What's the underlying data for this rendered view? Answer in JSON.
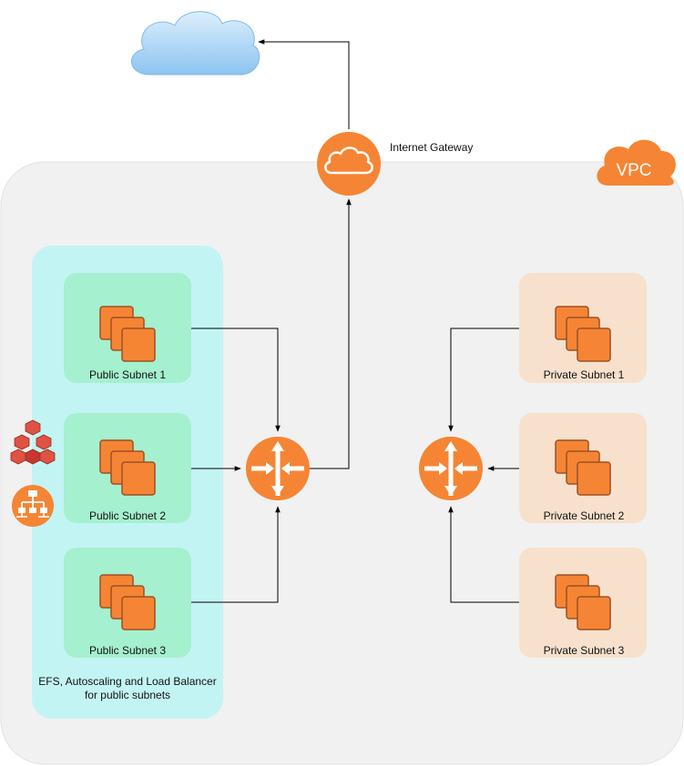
{
  "vpc": {
    "label": "VPC"
  },
  "internet_gateway": {
    "label": "Internet Gateway"
  },
  "public_group": {
    "label_line1": "EFS, Autoscaling and Load Balancer",
    "label_line2": "for public subnets"
  },
  "public_subnets": [
    {
      "label": "Public Subnet 1"
    },
    {
      "label": "Public Subnet 2"
    },
    {
      "label": "Public Subnet 3"
    }
  ],
  "private_subnets": [
    {
      "label": "Private Subnet 1"
    },
    {
      "label": "Private Subnet 2"
    },
    {
      "label": "Private Subnet 3"
    }
  ],
  "colors": {
    "aws_orange": "#F58534",
    "public_area": "#C3F4F4",
    "public_subnet": "#A5F0CE",
    "private_subnet": "#F7E1CC",
    "vpc_area": "#F1F1F1",
    "cloud": "#A8D4F5"
  }
}
